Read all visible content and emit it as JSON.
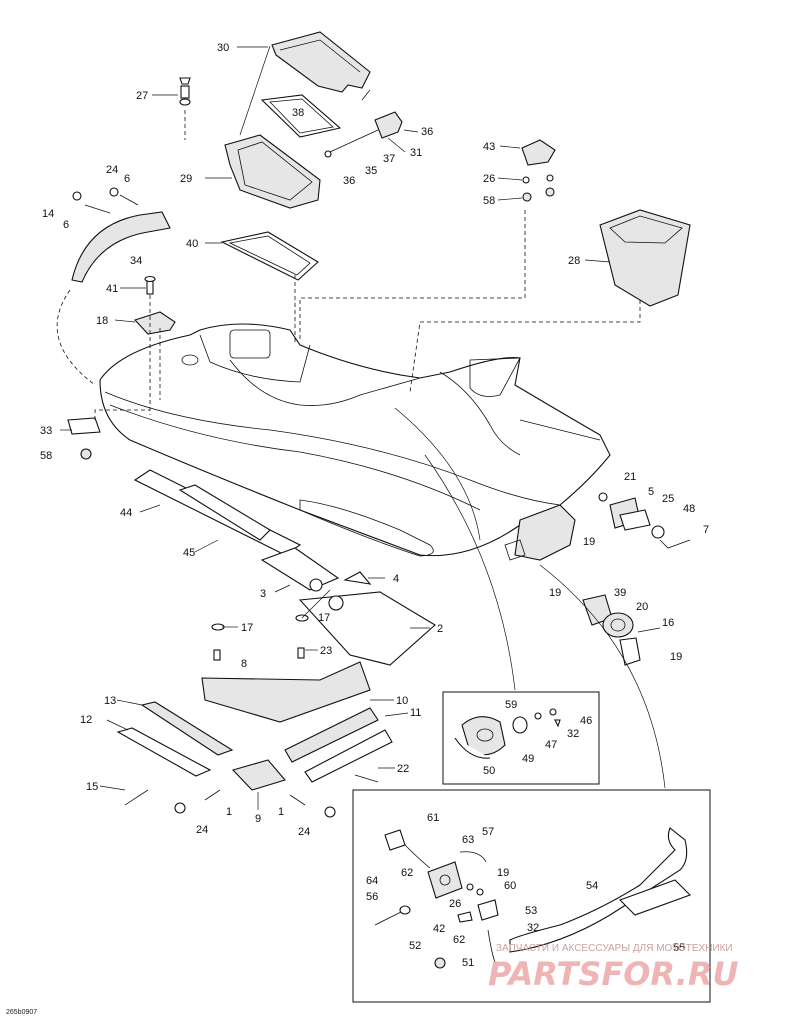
{
  "drawing_code": "265b0907",
  "watermark": {
    "top_text": "ЗАПЧАСТИ И АКСЕССУАРЫ ДЛЯ МОТОТЕХНИКИ",
    "brand_text": "PARTSFOR.RU"
  },
  "callouts": {
    "c30": "30",
    "c27": "27",
    "c38": "38",
    "c36a": "36",
    "c37": "37",
    "c31": "31",
    "c36b": "36",
    "c35": "35",
    "c29": "29",
    "c24a": "24",
    "c6a": "6",
    "c14": "14",
    "c6b": "6",
    "c34": "34",
    "c40": "40",
    "c43": "43",
    "c26a": "26",
    "c58a": "58",
    "c28": "28",
    "c41": "41",
    "c18": "18",
    "c33": "33",
    "c58b": "58",
    "c21": "21",
    "c5": "5",
    "c25": "25",
    "c48": "48",
    "c7": "7",
    "c19a": "19",
    "c44": "44",
    "c45": "45",
    "c4": "4",
    "c3": "3",
    "c2": "2",
    "c17a": "17",
    "c17b": "17",
    "c23": "23",
    "c8": "8",
    "c19b": "19",
    "c39": "39",
    "c20": "20",
    "c16": "16",
    "c19c": "19",
    "c13": "13",
    "c12": "12",
    "c10": "10",
    "c11": "11",
    "c15": "15",
    "c22": "22",
    "c1a": "1",
    "c1b": "1",
    "c9": "9",
    "c24b": "24",
    "c24c": "24",
    "c59": "59",
    "c46": "46",
    "c32a": "32",
    "c47": "47",
    "c49": "49",
    "c50": "50",
    "c61": "61",
    "c63": "63",
    "c57": "57",
    "c19d": "19",
    "c62a": "62",
    "c60": "60",
    "c64": "64",
    "c26b": "26",
    "c56": "56",
    "c42": "42",
    "c62b": "62",
    "c53": "53",
    "c32b": "32",
    "c54": "54",
    "c52": "52",
    "c51": "51",
    "c55": "55"
  }
}
